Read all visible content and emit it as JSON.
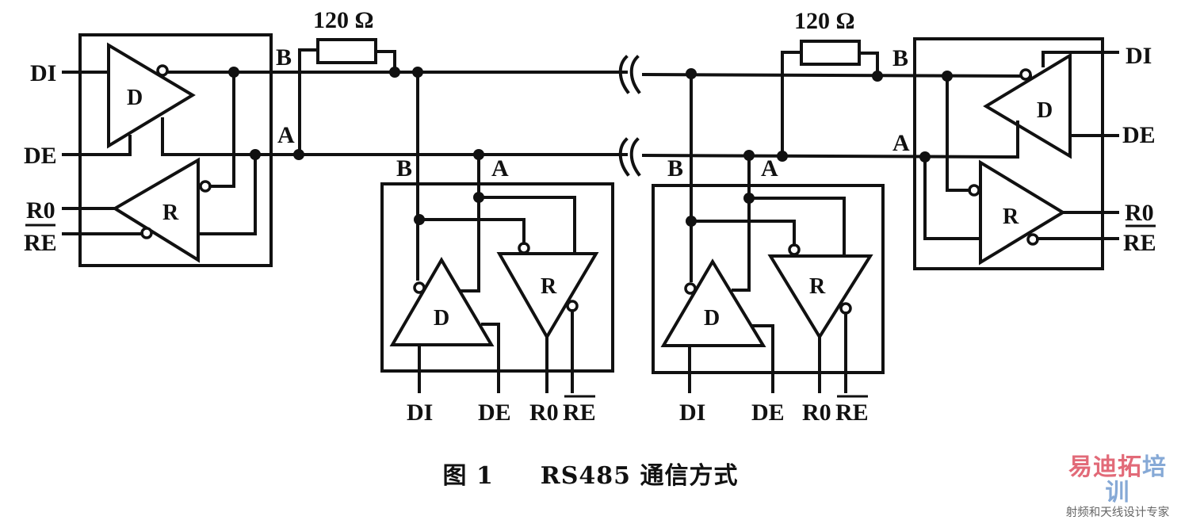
{
  "figure": {
    "caption_number": "图 1",
    "caption_text": "RS485 通信方式"
  },
  "terminator": {
    "label": "120 Ω"
  },
  "bus": {
    "line_b": "B",
    "line_a": "A"
  },
  "nodes": [
    {
      "id": "node-left",
      "orientation": "left",
      "driver": "D",
      "receiver": "R",
      "pins": {
        "di": "DI",
        "de": "DE",
        "ro": "R0",
        "re": "RE"
      },
      "bus_b": "B",
      "bus_a": "A"
    },
    {
      "id": "node-mid-1",
      "orientation": "bottom",
      "driver": "D",
      "receiver": "R",
      "pins": {
        "di": "DI",
        "de": "DE",
        "ro": "R0",
        "re": "RE"
      },
      "bus_b": "B",
      "bus_a": "A"
    },
    {
      "id": "node-mid-2",
      "orientation": "bottom",
      "driver": "D",
      "receiver": "R",
      "pins": {
        "di": "DI",
        "de": "DE",
        "ro": "R0",
        "re": "RE"
      },
      "bus_b": "B",
      "bus_a": "A"
    },
    {
      "id": "node-right",
      "orientation": "right",
      "driver": "D",
      "receiver": "R",
      "pins": {
        "di": "DI",
        "de": "DE",
        "ro": "R0",
        "re": "RE"
      },
      "bus_b": "B",
      "bus_a": "A"
    }
  ],
  "watermark": {
    "chars": [
      {
        "text": "易",
        "color": "#e26a78"
      },
      {
        "text": "迪",
        "color": "#e26a78"
      },
      {
        "text": "拓",
        "color": "#e26a78"
      },
      {
        "text": "培",
        "color": "#86a9d6"
      },
      {
        "text": "训",
        "color": "#86a9d6"
      }
    ],
    "subtitle": "射频和天线设计专家"
  }
}
